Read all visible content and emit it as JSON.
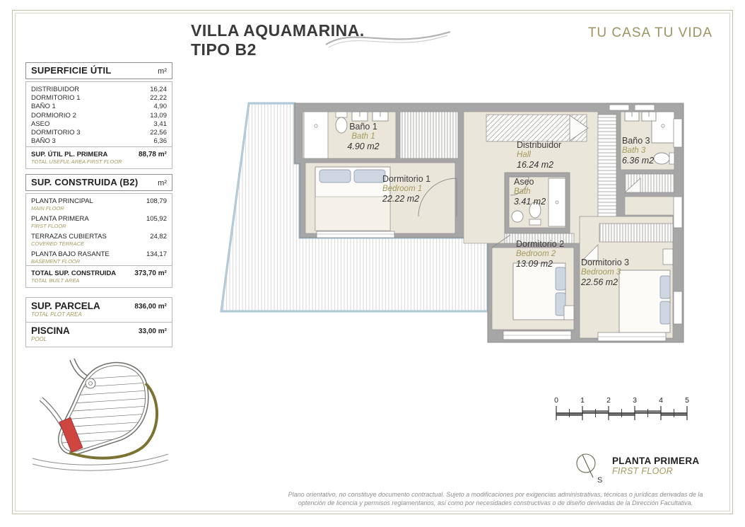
{
  "header": {
    "title_line1": "VILLA AQUAMARINA.",
    "title_line2": "TIPO B2",
    "brand": "TU CASA TU VIDA"
  },
  "panels": {
    "useful": {
      "title": "SUPERFICIE ÚTIL",
      "unit": "m²",
      "rows": [
        {
          "label": "DISTRIBUIDOR",
          "value": "16,24"
        },
        {
          "label": "DORMITORIO 1",
          "value": "22,22"
        },
        {
          "label": "BAÑO 1",
          "value": "4,90"
        },
        {
          "label": "DORMIORIO 2",
          "value": "13,09"
        },
        {
          "label": "ASEO",
          "value": "3,41"
        },
        {
          "label": "DORMITORIO 3",
          "value": "22,56"
        },
        {
          "label": "BAÑO 3",
          "value": "6,36"
        }
      ],
      "total": {
        "label": "SUP. ÚTIL PL. PRIMERA",
        "sublabel": "TOTAL USEFUL AREA FIRST FLOOR",
        "value": "88,78 m²"
      }
    },
    "built": {
      "title": "SUP. CONSTRUIDA (B2)",
      "unit": "m²",
      "rows": [
        {
          "label": "PLANTA  PRINCIPAL",
          "sublabel": "MAIN FLOOR",
          "value": "108,79"
        },
        {
          "label": "PLANTA  PRIMERA",
          "sublabel": "FIRST FLOOR",
          "value": "105,92"
        },
        {
          "label": "TERRAZAS CUBIERTAS",
          "sublabel": "COVERED TERRACE",
          "value": "24,82"
        },
        {
          "label": "PLANTA  BAJO RASANTE",
          "sublabel": "BASEMENT FLOOR",
          "value": "134,17"
        }
      ],
      "total": {
        "label": "TOTAL SUP. CONSTRUIDA",
        "sublabel": "TOTAL BUILT AREA",
        "value": "373,70 m²"
      }
    },
    "parcel": {
      "label": "SUP. PARCELA",
      "sublabel": "TOTAL PLOT AREA",
      "value": "836,00 m²"
    },
    "pool": {
      "label": "PISCINA",
      "sublabel": "POOL",
      "value": "33,00 m²"
    }
  },
  "plan": {
    "rooms": [
      {
        "name": "Baño 1",
        "name_en": "Bath 1",
        "area": "4.90 m2"
      },
      {
        "name": "Dormitorio 1",
        "name_en": "Bedroom 1",
        "area": "22.22 m2"
      },
      {
        "name": "Distribuidor",
        "name_en": "Hall",
        "area": "16.24 m2"
      },
      {
        "name": "Aseo",
        "name_en": "Bath",
        "area": "3.41 m2"
      },
      {
        "name": "Baño 3",
        "name_en": "Bath 3",
        "area": "6.36 m2"
      },
      {
        "name": "Dormitorio 2",
        "name_en": "Bedroom 2",
        "area": "13.09 m2"
      },
      {
        "name": "Dormitorio 3",
        "name_en": "Bedroom 3",
        "area": "22.56 m2"
      }
    ]
  },
  "scale_bar": {
    "ticks": [
      "0",
      "1",
      "2",
      "3",
      "4",
      "5"
    ]
  },
  "legend": {
    "title": "PLANTA PRIMERA",
    "subtitle": "FIRST FLOOR",
    "compass_label": "S"
  },
  "footer": {
    "line1": "Plano orientativo, no constituye documento contractual. Sujeto a modificaciones por exigencias administrativas, técnicas o jurídicas derivadas de la",
    "line2": "optención de licencia y permisos reglamentarios, así como por necesidades constructivas o de diseño derivadas de la Dirección Facultativa."
  },
  "colors": {
    "accent_olive": "#9c9464",
    "plot_red": "#cf4540",
    "rail_blue": "#a3c0d1",
    "wall_gray": "#a6a6a6",
    "room_beige": "#eae6d9"
  }
}
